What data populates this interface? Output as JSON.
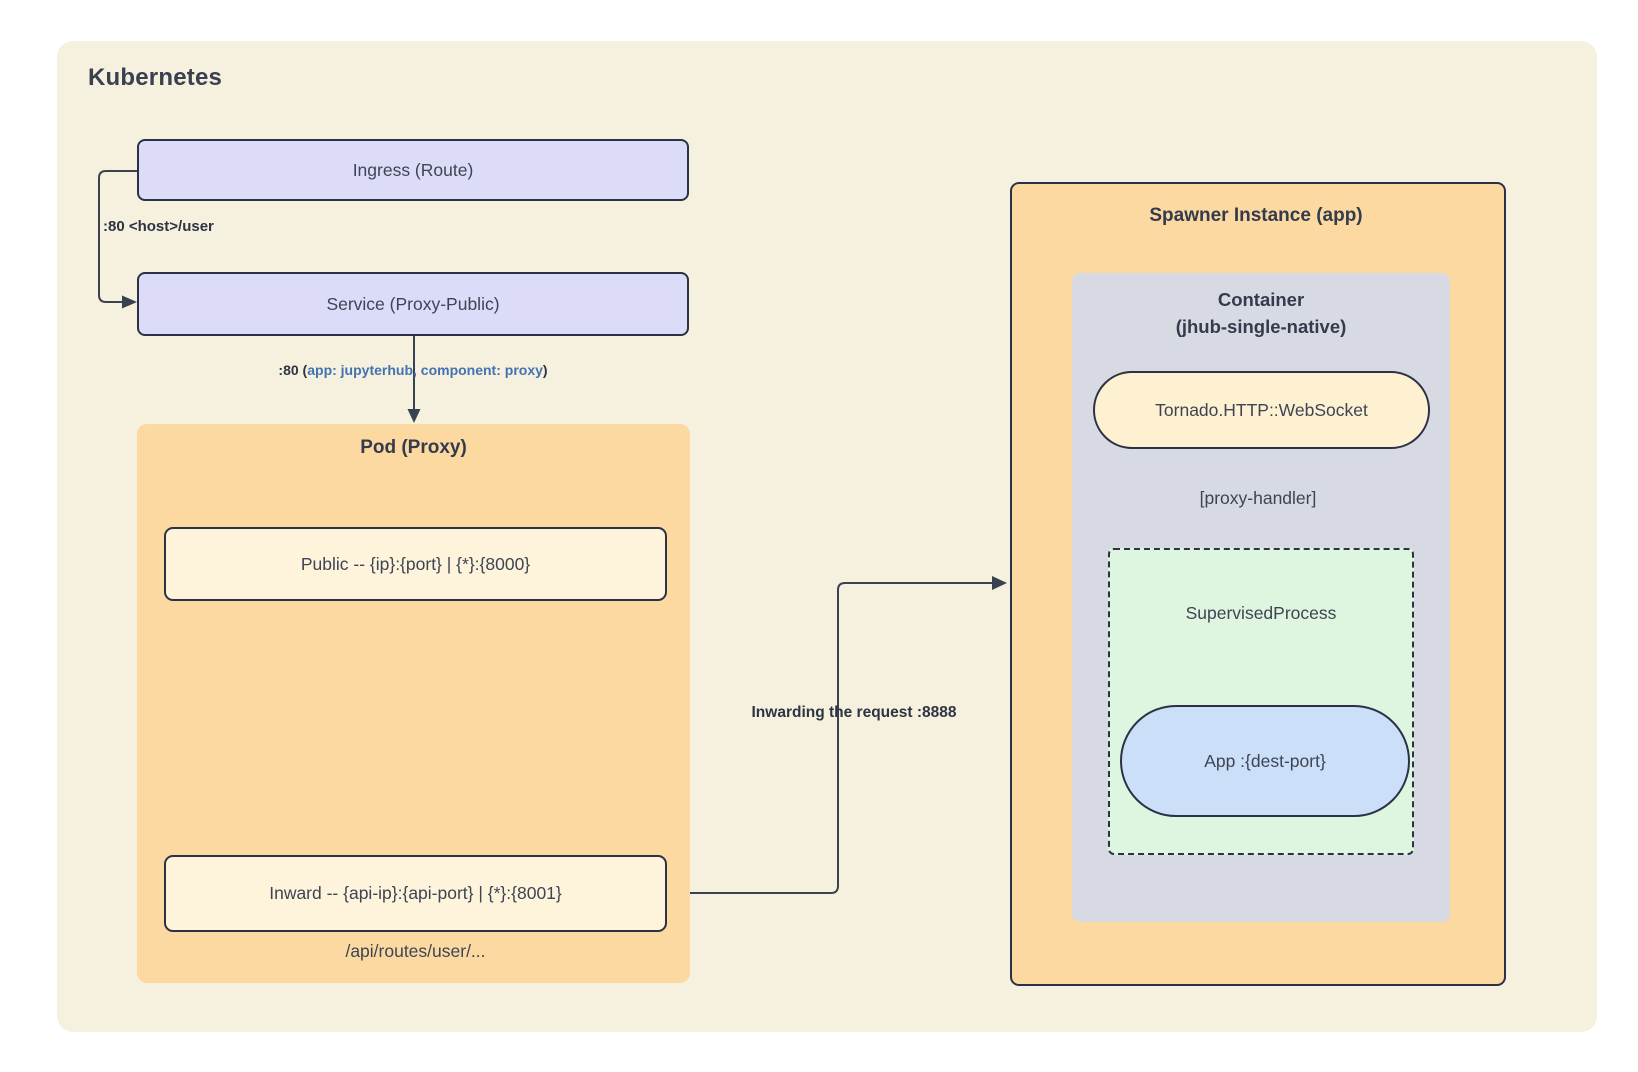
{
  "diagram": {
    "title": "Kubernetes",
    "nodes": {
      "ingress": {
        "label": "Ingress (Route)"
      },
      "service": {
        "label": "Service (Proxy-Public)"
      },
      "pod": {
        "title": "Pod (Proxy)",
        "public_label": "Public -- {ip}:{port} | {*}:{8000}",
        "inward_label": "Inward -- {api-ip}:{api-port} | {*}:{8001}",
        "routes_note": "/api/routes/user/..."
      },
      "spawner": {
        "title": "Spawner Instance (app)",
        "container_line1": "Container",
        "container_line2": "(jhub-single-native)",
        "tornado_label": "Tornado.HTTP::WebSocket",
        "proxy_handler_label": "[proxy-handler]",
        "supervised_label": "SupervisedProcess",
        "app_label": "App :{dest-port}"
      }
    },
    "edges": {
      "ingress_to_service": ":80 <host>/user",
      "service_to_pod_prefix": ":80 (",
      "service_to_pod_selector": "app: jupyterhub, component: proxy",
      "service_to_pod_suffix": ")",
      "inward_to_spawner": "Inwarding the request :8888"
    },
    "colors": {
      "canvas_background": "#f5f1de",
      "lavender_node": "#dcdcf8",
      "orange_group": "#fbd9a1",
      "cream_node": "#fdf4db",
      "cream_pill": "#fdf1d2",
      "gray_container": "#d7dae2",
      "green_process": "#def5e0",
      "blue_pill": "#cbdff8",
      "border_stroke": "#2b3245",
      "connector_stroke": "#3a4150",
      "text_dark": "#3e4454",
      "label_blue": "#4472b0"
    }
  }
}
